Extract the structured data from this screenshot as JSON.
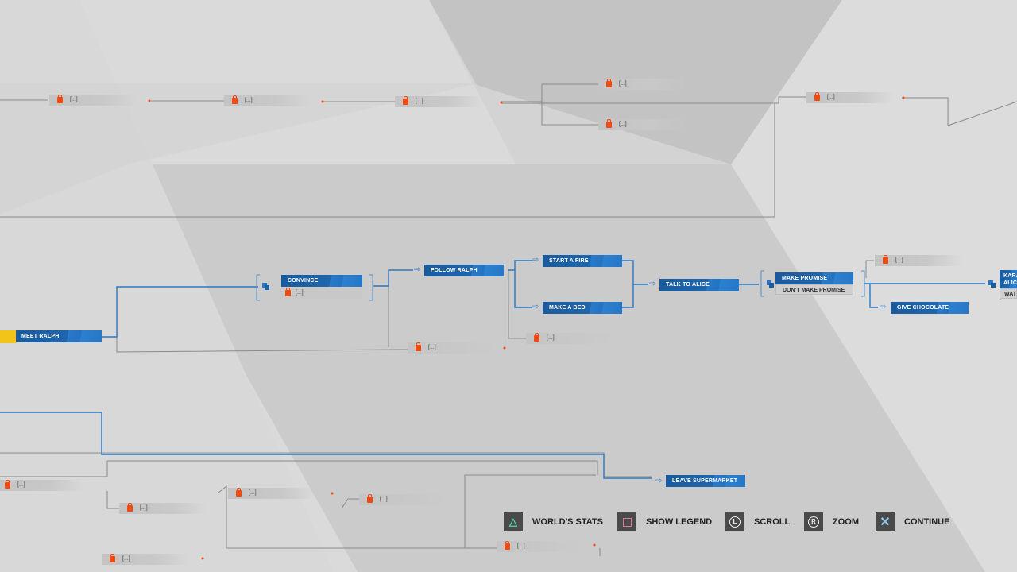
{
  "nodes": {
    "meet_ralph": "MEET RALPH",
    "convince": "CONVINCE",
    "follow_ralph": "FOLLOW RALPH",
    "start_a_fire": "START A FIRE",
    "make_a_bed": "MAKE A BED",
    "talk_to_alice": "TALK TO ALICE",
    "make_promise": "MAKE PROMISE",
    "dont_make_promise": "DON'T MAKE PROMISE",
    "give_chocolate": "GIVE CHOCOLATE",
    "kara_alice": "KARA ALICE",
    "kara_alice_sub": "WATC",
    "leave_supermarket": "LEAVE SUPERMARKET"
  },
  "locked_label": "[...]",
  "controls": [
    {
      "icon": "triangle",
      "label": "WORLD'S STATS"
    },
    {
      "icon": "square",
      "label": "SHOW LEGEND"
    },
    {
      "icon": "L",
      "label": "SCROLL"
    },
    {
      "icon": "R",
      "label": "ZOOM"
    },
    {
      "icon": "cross",
      "label": "CONTINUE"
    }
  ],
  "colors": {
    "node": "#1f66ad",
    "locked": "#f04a10",
    "highlight": "#f2c318"
  }
}
